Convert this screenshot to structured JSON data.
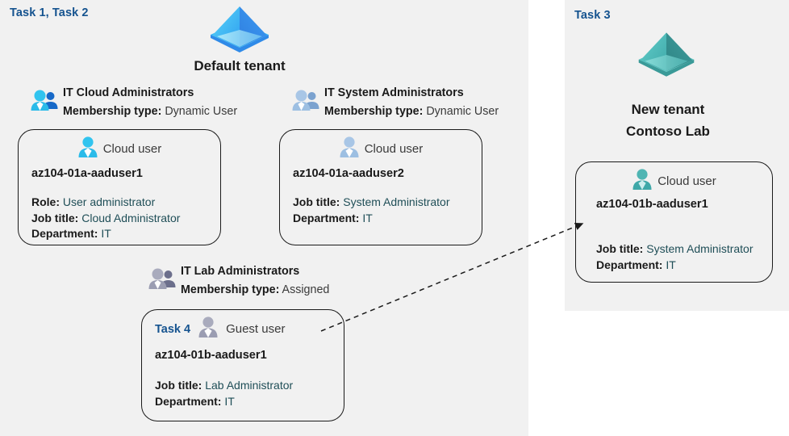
{
  "panels": {
    "left": {
      "task_label": "Task 1, Task 2"
    },
    "right": {
      "task_label": "Task 3"
    }
  },
  "tenants": [
    {
      "id": "default-tenant",
      "icon": "azure-ad-tenant-icon",
      "color": "#3aa0f3",
      "name_line1": "Default tenant",
      "name_line2": ""
    },
    {
      "id": "contoso-lab-tenant",
      "icon": "azure-ad-tenant-icon",
      "color": "#4bb8b8",
      "name_line1": "New  tenant",
      "name_line2": "Contoso Lab"
    }
  ],
  "groups": [
    {
      "id": "it-cloud-administrators",
      "icon": "group-users-icon",
      "title": "IT Cloud Administrators",
      "membership_label": "Membership type:",
      "membership_value": "Dynamic User"
    },
    {
      "id": "it-system-administrators",
      "icon": "group-users-icon",
      "title": "IT System Administrators",
      "membership_label": "Membership type:",
      "membership_value": "Dynamic User"
    },
    {
      "id": "it-lab-administrators",
      "icon": "group-users-icon",
      "title": "IT Lab Administrators",
      "membership_label": "Membership type:",
      "membership_value": "Assigned"
    }
  ],
  "users": [
    {
      "id": "az104-01a-aaduser1",
      "task_tag": "",
      "user_type": "Cloud user",
      "icon": "cloud-user-icon",
      "upn": "az104-01a-aaduser1",
      "attrs": [
        {
          "label": "Role:",
          "value": "User administrator"
        },
        {
          "label": "Job title:",
          "value": "Cloud Administrator"
        },
        {
          "label": "Department:",
          "value": "IT"
        }
      ]
    },
    {
      "id": "az104-01a-aaduser2",
      "task_tag": "",
      "user_type": "Cloud user",
      "icon": "cloud-user-icon",
      "upn": "az104-01a-aaduser2",
      "attrs": [
        {
          "label": "Job title:",
          "value": "System Administrator"
        },
        {
          "label": "Department:",
          "value": "IT"
        }
      ]
    },
    {
      "id": "az104-01b-aaduser1-guest",
      "task_tag": "Task 4",
      "user_type": "Guest user",
      "icon": "guest-user-icon",
      "upn": "az104-01b-aaduser1",
      "attrs": [
        {
          "label": "Job title:",
          "value": "Lab Administrator"
        },
        {
          "label": "Department:",
          "value": "IT"
        }
      ]
    },
    {
      "id": "az104-01b-aaduser1-cloud",
      "task_tag": "",
      "user_type": "Cloud user",
      "icon": "cloud-user-icon",
      "upn": "az104-01b-aaduser1",
      "attrs": [
        {
          "label": "Job title:",
          "value": "System Administrator"
        },
        {
          "label": "Department:",
          "value": "IT"
        }
      ]
    }
  ],
  "connector": {
    "id": "invite-guest-arrow",
    "style": "dashed-arrow",
    "from": "az104-01b-aaduser1-guest",
    "to": "az104-01b-aaduser1-cloud"
  },
  "colors": {
    "panel_bg": "#f1f1f1",
    "task_blue": "#15538f",
    "tenant_blue": "#3aa0f3",
    "tenant_teal": "#4bb8b8",
    "card_border": "#1a1a1a",
    "attr_value": "#1f4e57"
  }
}
